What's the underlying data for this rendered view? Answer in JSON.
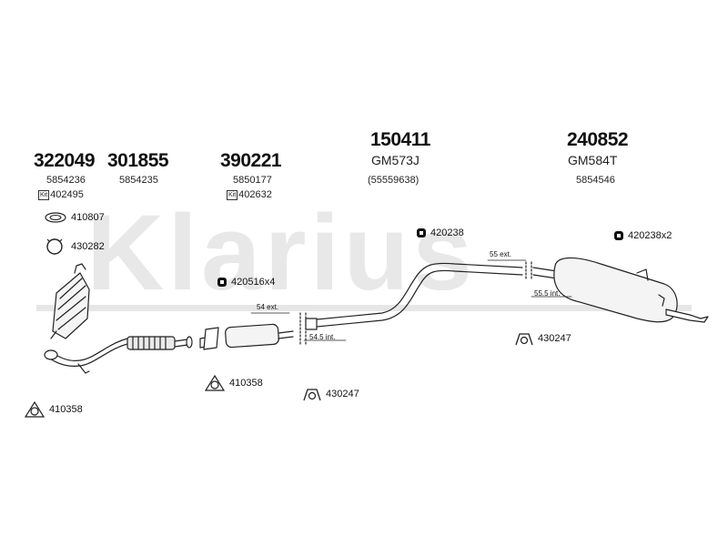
{
  "watermark": "Klarius",
  "headers": [
    {
      "key": "h1",
      "number": "322049",
      "sub": "5854236",
      "kit": "402495"
    },
    {
      "key": "h2",
      "number": "301855",
      "sub": "5854235"
    },
    {
      "key": "h3",
      "number": "390221",
      "sub": "5850177",
      "kit": "402632"
    },
    {
      "key": "h4",
      "number": "150411",
      "sub": "GM573J",
      "sub2": "(55559638)"
    },
    {
      "key": "h5",
      "number": "240852",
      "sub": "GM584T",
      "sub2": "5854546"
    }
  ],
  "kit_label": "Kit",
  "parts": {
    "gasket_410807": "410807",
    "clamp_430282": "430282",
    "clamp_420516": "420516x4",
    "clamp_420238_a": "420238",
    "clamp_420238_b": "420238x2",
    "ring_410358_a": "410358",
    "ring_410358_b": "410358",
    "hanger_430247_a": "430247",
    "hanger_430247_b": "430247"
  },
  "dimensions": {
    "d54ext": "54 ext.",
    "d545int": "54.5 int.",
    "d55ext": "55 ext.",
    "d555int": "55.5 int."
  }
}
